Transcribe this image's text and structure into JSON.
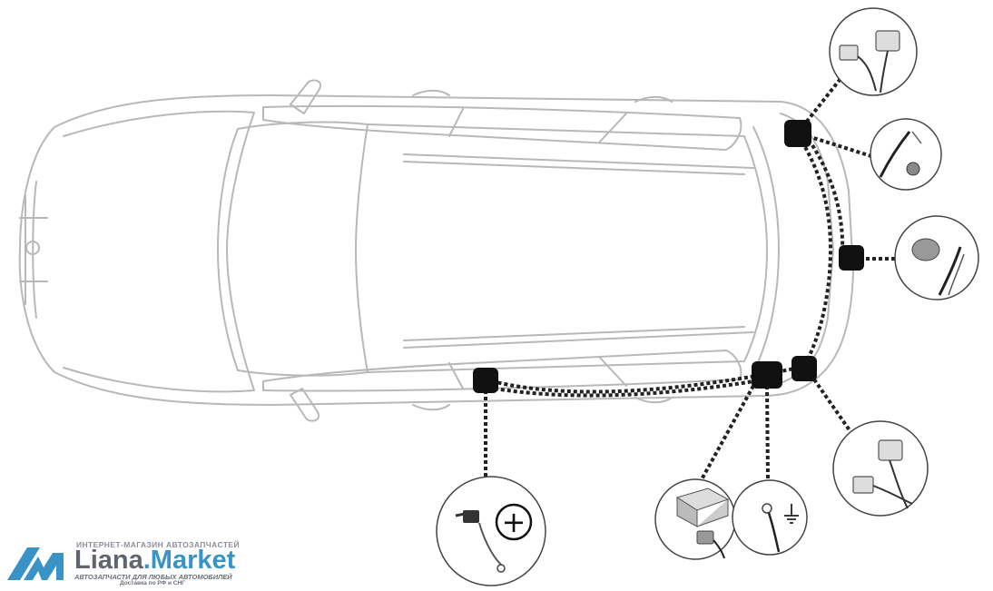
{
  "logo": {
    "top_text": "ИНТЕРНЕТ-МАГАЗИН АВТОЗАПЧАСТЕЙ",
    "name_part1": "Liana",
    "name_part2": ".Market",
    "subtitle": "АВТОЗАПЧАСТИ ДЛЯ ЛЮБЫХ АВТОМОБИЛЕЙ",
    "delivery": "Доставка по РФ и СНГ"
  },
  "colors": {
    "line": "#b8b8b8",
    "dark_line": "#333333",
    "node": "#111111",
    "brand_blue": "#3a93c7",
    "brand_gray": "#5f6670"
  },
  "callouts": [
    {
      "id": "connector-plug",
      "icon": "connector-plug-icon"
    },
    {
      "id": "cable-grommet",
      "icon": "cable-grommet-icon"
    },
    {
      "id": "rubber-plug",
      "icon": "rubber-plug-icon"
    },
    {
      "id": "lamp-connector",
      "icon": "lamp-connector-icon"
    },
    {
      "id": "control-module",
      "icon": "control-module-icon"
    },
    {
      "id": "ground-terminal",
      "icon": "ground-terminal-icon"
    },
    {
      "id": "positive-terminal",
      "icon": "positive-terminal-icon",
      "symbol": "+"
    }
  ]
}
